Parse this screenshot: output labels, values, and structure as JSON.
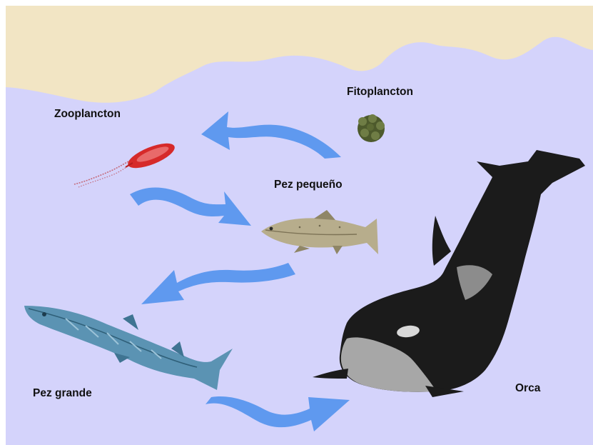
{
  "labels": {
    "fitoplancton": "Fitoplancton",
    "zooplancton": "Zooplancton",
    "pez_pequeno": "Pez pequeño",
    "pez_grande": "Pez grande",
    "orca": "Orca"
  },
  "colors": {
    "water": "#d4d3fb",
    "sand": "#f2e5c4",
    "arrow": "#5f99ef",
    "zooplankton": "#d62a2a",
    "phytoplankton": "#4d5a2c",
    "small_fish": "#b7ad8c",
    "barracuda": "#5b93b3",
    "orca_black": "#1b1b1b",
    "orca_gray": "#a7a7a7"
  },
  "icons": {
    "phytoplankton": "phytoplankton-cluster-icon",
    "zooplankton": "zooplankton-icon",
    "small_fish": "trout-icon",
    "large_fish": "barracuda-icon",
    "orca": "orca-icon"
  }
}
